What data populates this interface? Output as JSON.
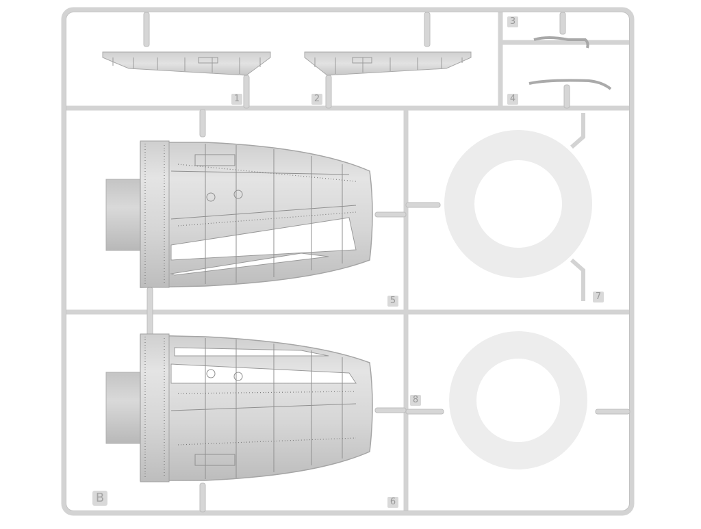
{
  "sprue": {
    "letter": "B",
    "part_numbers": [
      "1",
      "2",
      "3",
      "4",
      "5",
      "6",
      "7",
      "8"
    ]
  },
  "colors": {
    "plastic": "#dcdcdc",
    "runner": "#d2d2d2",
    "shade": "#b9b9b9",
    "ring": "#ececec",
    "background": "#ffffff"
  }
}
